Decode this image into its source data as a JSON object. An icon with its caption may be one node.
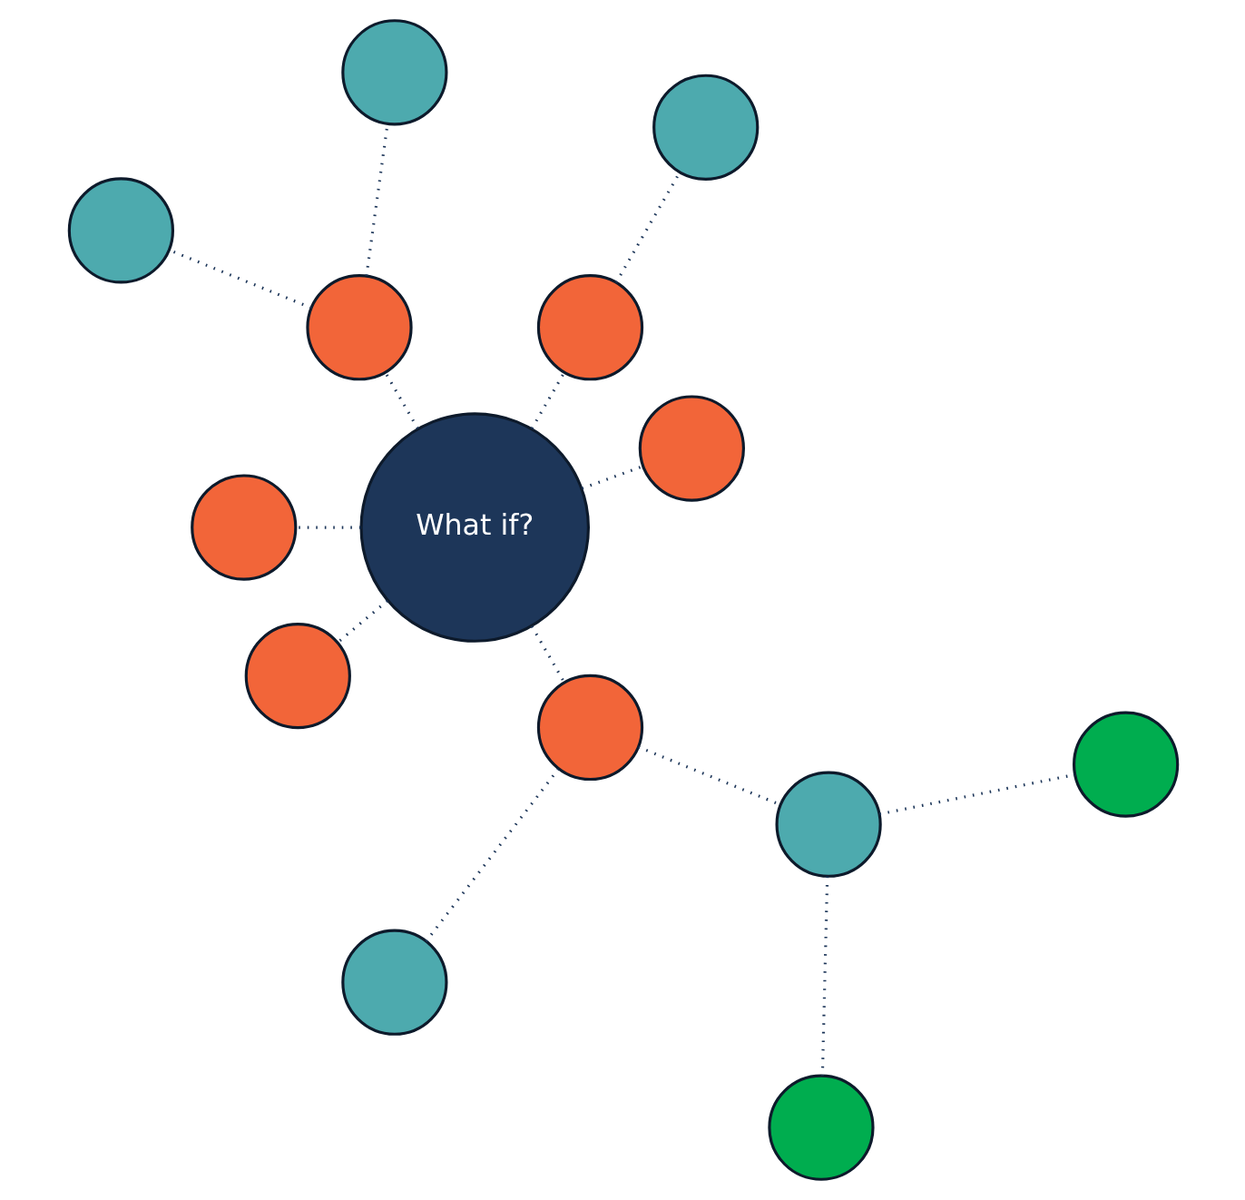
{
  "diagram": {
    "nodes": [
      {
        "text": [
          "What if?"
        ]
      },
      {
        "text": [],
        "shape": "circle"
      },
      {
        "text": [],
        "shape": "circle"
      },
      {
        "text": [],
        "shape": "circle"
      },
      {
        "text": [],
        "shape": "circle"
      },
      {
        "text": [],
        "shape": "circle"
      },
      {
        "text": [],
        "shape": "circle"
      },
      {
        "text": [],
        "shape": "circle"
      },
      {
        "text": [],
        "shape": "circle"
      },
      {
        "text": [],
        "shape": "circle"
      },
      {
        "text": [],
        "shape": "circle"
      },
      {
        "text": [],
        "shape": "circle"
      },
      {
        "text": [],
        "shape": "circle"
      },
      {
        "text": [],
        "shape": "circle"
      }
    ],
    "edges": [
      {
        "from": 0,
        "to": 1,
        "arrow": "none"
      },
      {
        "from": 0,
        "to": 2,
        "arrow": "none"
      },
      {
        "from": 0,
        "to": 3,
        "arrow": "none"
      },
      {
        "from": 0,
        "to": 4,
        "arrow": "none"
      },
      {
        "from": 0,
        "to": 5,
        "arrow": "none"
      },
      {
        "from": 0,
        "to": 6,
        "arrow": "none"
      },
      {
        "from": 2,
        "to": 7,
        "arrow": "none"
      },
      {
        "from": 3,
        "to": 8,
        "arrow": "none"
      },
      {
        "from": 3,
        "to": 9,
        "arrow": "none"
      },
      {
        "from": 6,
        "to": 10,
        "arrow": "none"
      },
      {
        "from": 6,
        "to": 11,
        "arrow": "none"
      },
      {
        "from": 11,
        "to": 12,
        "arrow": "none"
      },
      {
        "from": 11,
        "to": 13,
        "arrow": "none"
      }
    ]
  }
}
